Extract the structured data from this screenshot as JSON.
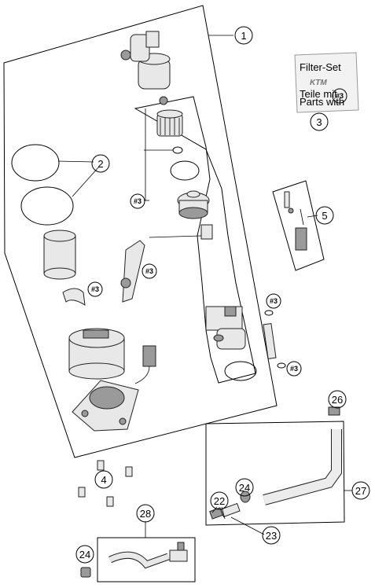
{
  "callouts": {
    "c1": "1",
    "c2": "2",
    "c3": "3",
    "c4": "4",
    "c5": "5",
    "c22": "22",
    "c23": "23",
    "c24a": "24",
    "c24b": "24",
    "c26": "26",
    "c27": "27",
    "c28": "28"
  },
  "ref_tag": "#3",
  "filter_set": {
    "title": "Filter-Set",
    "logo": "KTM",
    "line1": "Teile mit",
    "line2": "Parts with",
    "tag": "#3"
  }
}
